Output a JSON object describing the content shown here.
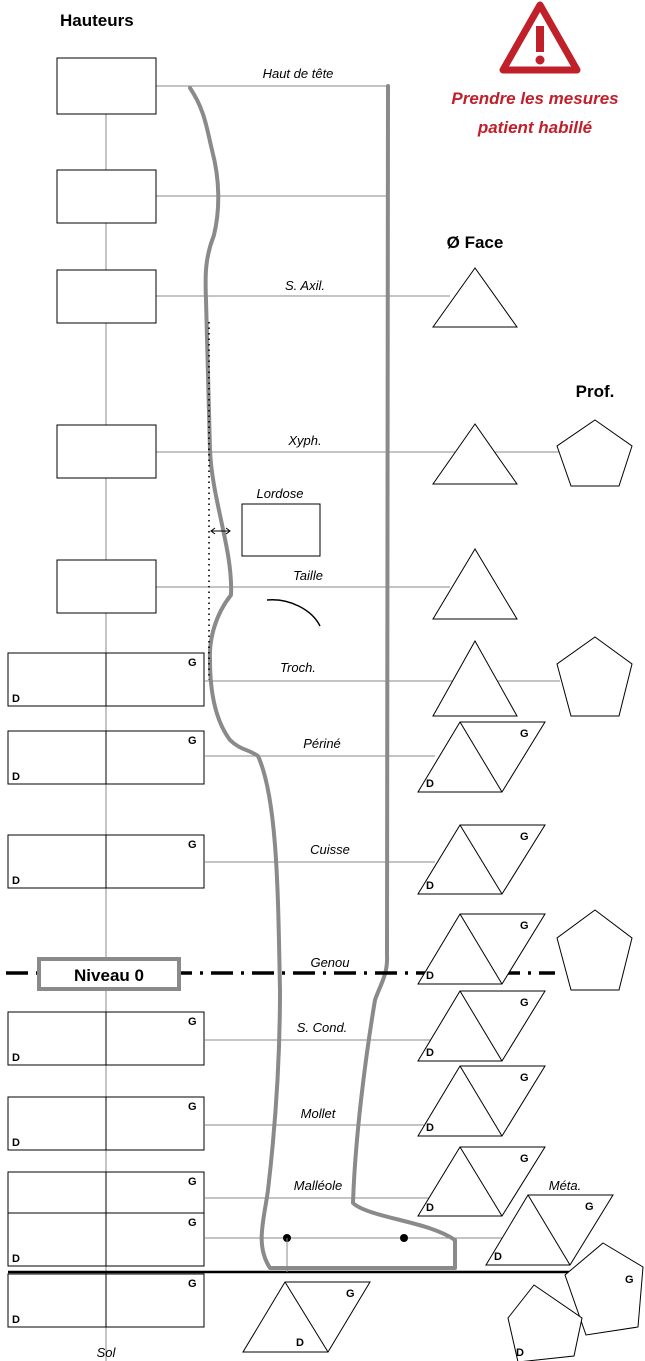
{
  "heading": "Hauteurs",
  "warning": {
    "icon": "warning-triangle-icon",
    "color": "#c0202a",
    "line1": "Prendre les mesures",
    "line2": "patient habillé"
  },
  "columns": {
    "face": "Ø Face",
    "prof": "Prof."
  },
  "levels": {
    "haut_de_tete": "Haut de tête",
    "s_axil": "S. Axil.",
    "xyph": "Xyph.",
    "lordose": "Lordose",
    "taille": "Taille",
    "troch": "Troch.",
    "perine": "Périné",
    "cuisse": "Cuisse",
    "genou": "Genou",
    "s_cond": "S. Cond.",
    "mollet": "Mollet",
    "malleole": "Malléole",
    "meta": "Méta.",
    "sol": "Sol"
  },
  "niveau0": "Niveau 0",
  "side": {
    "right": "D",
    "left": "G"
  }
}
